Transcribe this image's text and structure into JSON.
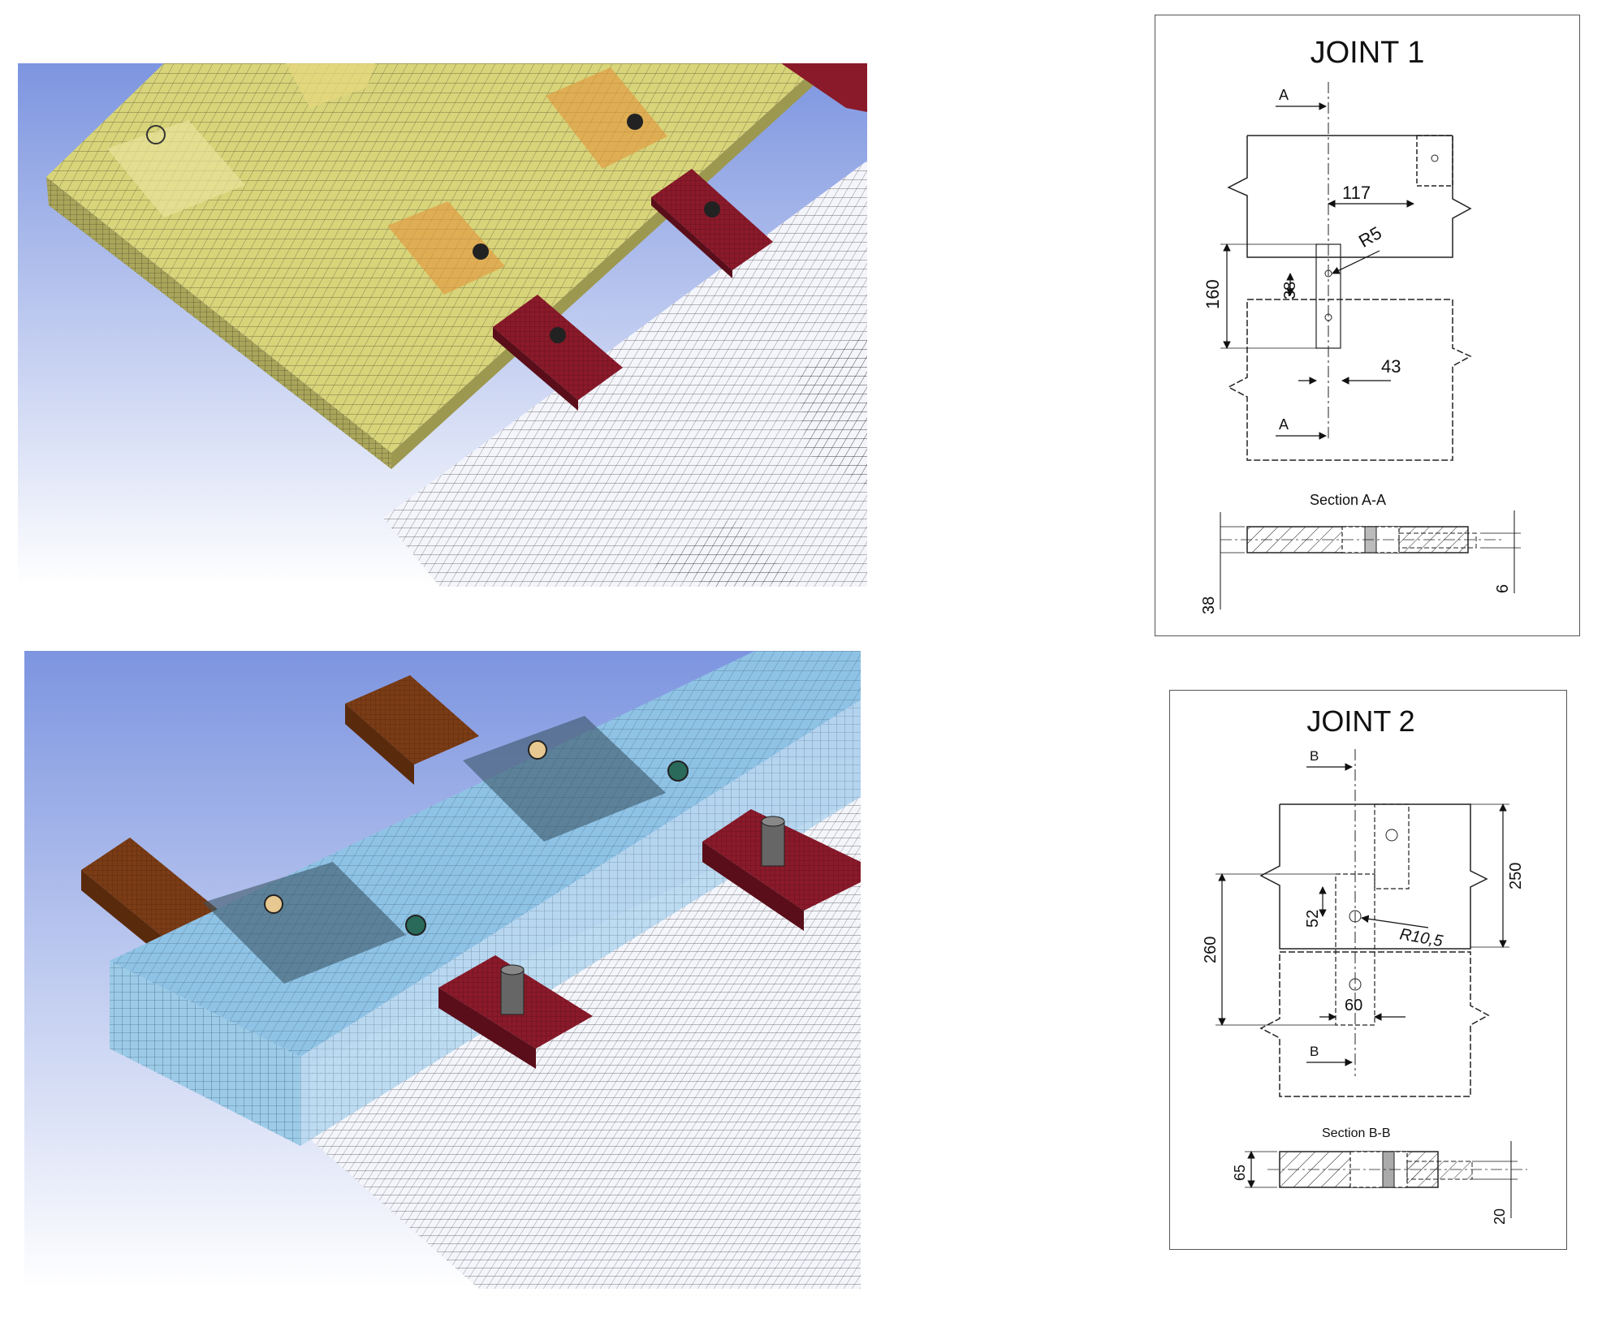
{
  "figure": {
    "mesh_views": [
      {
        "id": "joint1-mesh",
        "plate_color": "#d8d47a",
        "background_top": "#7d95e0",
        "background_bottom": "#ffffff"
      },
      {
        "id": "joint2-mesh",
        "plate_color": "#8fc3e6",
        "background_top": "#7d95e0",
        "background_bottom": "#ffffff"
      }
    ],
    "colors": {
      "washer_red": "#8a1a2a",
      "washer_brown": "#7a3c16",
      "washer_orange": "#e0a050",
      "wire_mesh": "#1a1a1a"
    }
  },
  "joint1": {
    "title": "JOINT 1",
    "section_label_top": "A",
    "section_label_bottom": "A",
    "dim_117": "117",
    "dim_r": "R5",
    "dim_160": "160",
    "dim_38": "38",
    "dim_43": "43",
    "section_title": "Section A-A",
    "section_dim_left": "38",
    "section_dim_right": "6"
  },
  "joint2": {
    "title": "JOINT 2",
    "section_label_top": "B",
    "section_label_bottom": "B",
    "dim_250": "250",
    "dim_r": "R10,5",
    "dim_260": "260",
    "dim_52": "52",
    "dim_60": "60",
    "section_title": "Section B-B",
    "section_dim_left": "65",
    "section_dim_right": "20"
  }
}
